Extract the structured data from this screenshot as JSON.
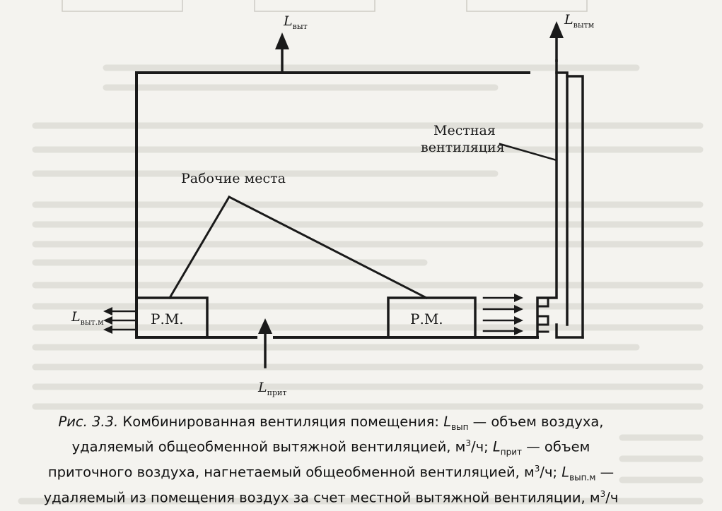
{
  "labels": {
    "exhaust_general": {
      "main": "L",
      "sub": "выт"
    },
    "exhaust_local_top": {
      "main": "L",
      "sub": "вытм"
    },
    "exhaust_local_left": {
      "main": "L",
      "sub": "выт.м"
    },
    "supply": {
      "main": "L",
      "sub": "прит"
    },
    "workplaces": "Рабочие места",
    "local_vent_line1": "Местная",
    "local_vent_line2": "вентиляция",
    "workplace_box": "Р.М."
  },
  "caption": {
    "fig": "Рис. 3.3.",
    "p1": " Комбинированная вентиляция помещения: ",
    "s1_main": "L",
    "s1_sub": "вып",
    "p2": " — объем воздуха, удаляемый общеобменной вытяжной вентиляцией, м",
    "sup": "3",
    "p3": "/ч; ",
    "s2_main": "L",
    "s2_sub": "прит",
    "p4": " — объем приточного воздуха, нагнетаемый общеобменной вентиляцией, м",
    "p5": "/ч; ",
    "s3_main": "L",
    "s3_sub": "вып.м",
    "p6": " — удаляемый из помещения воздух за счет местной вытяжной вентиляции, м",
    "p7": "/ч"
  },
  "colors": {
    "ink": "#1a1a1a",
    "paper": "#f4f3ef",
    "ghost_text": "#cfcdc6"
  }
}
